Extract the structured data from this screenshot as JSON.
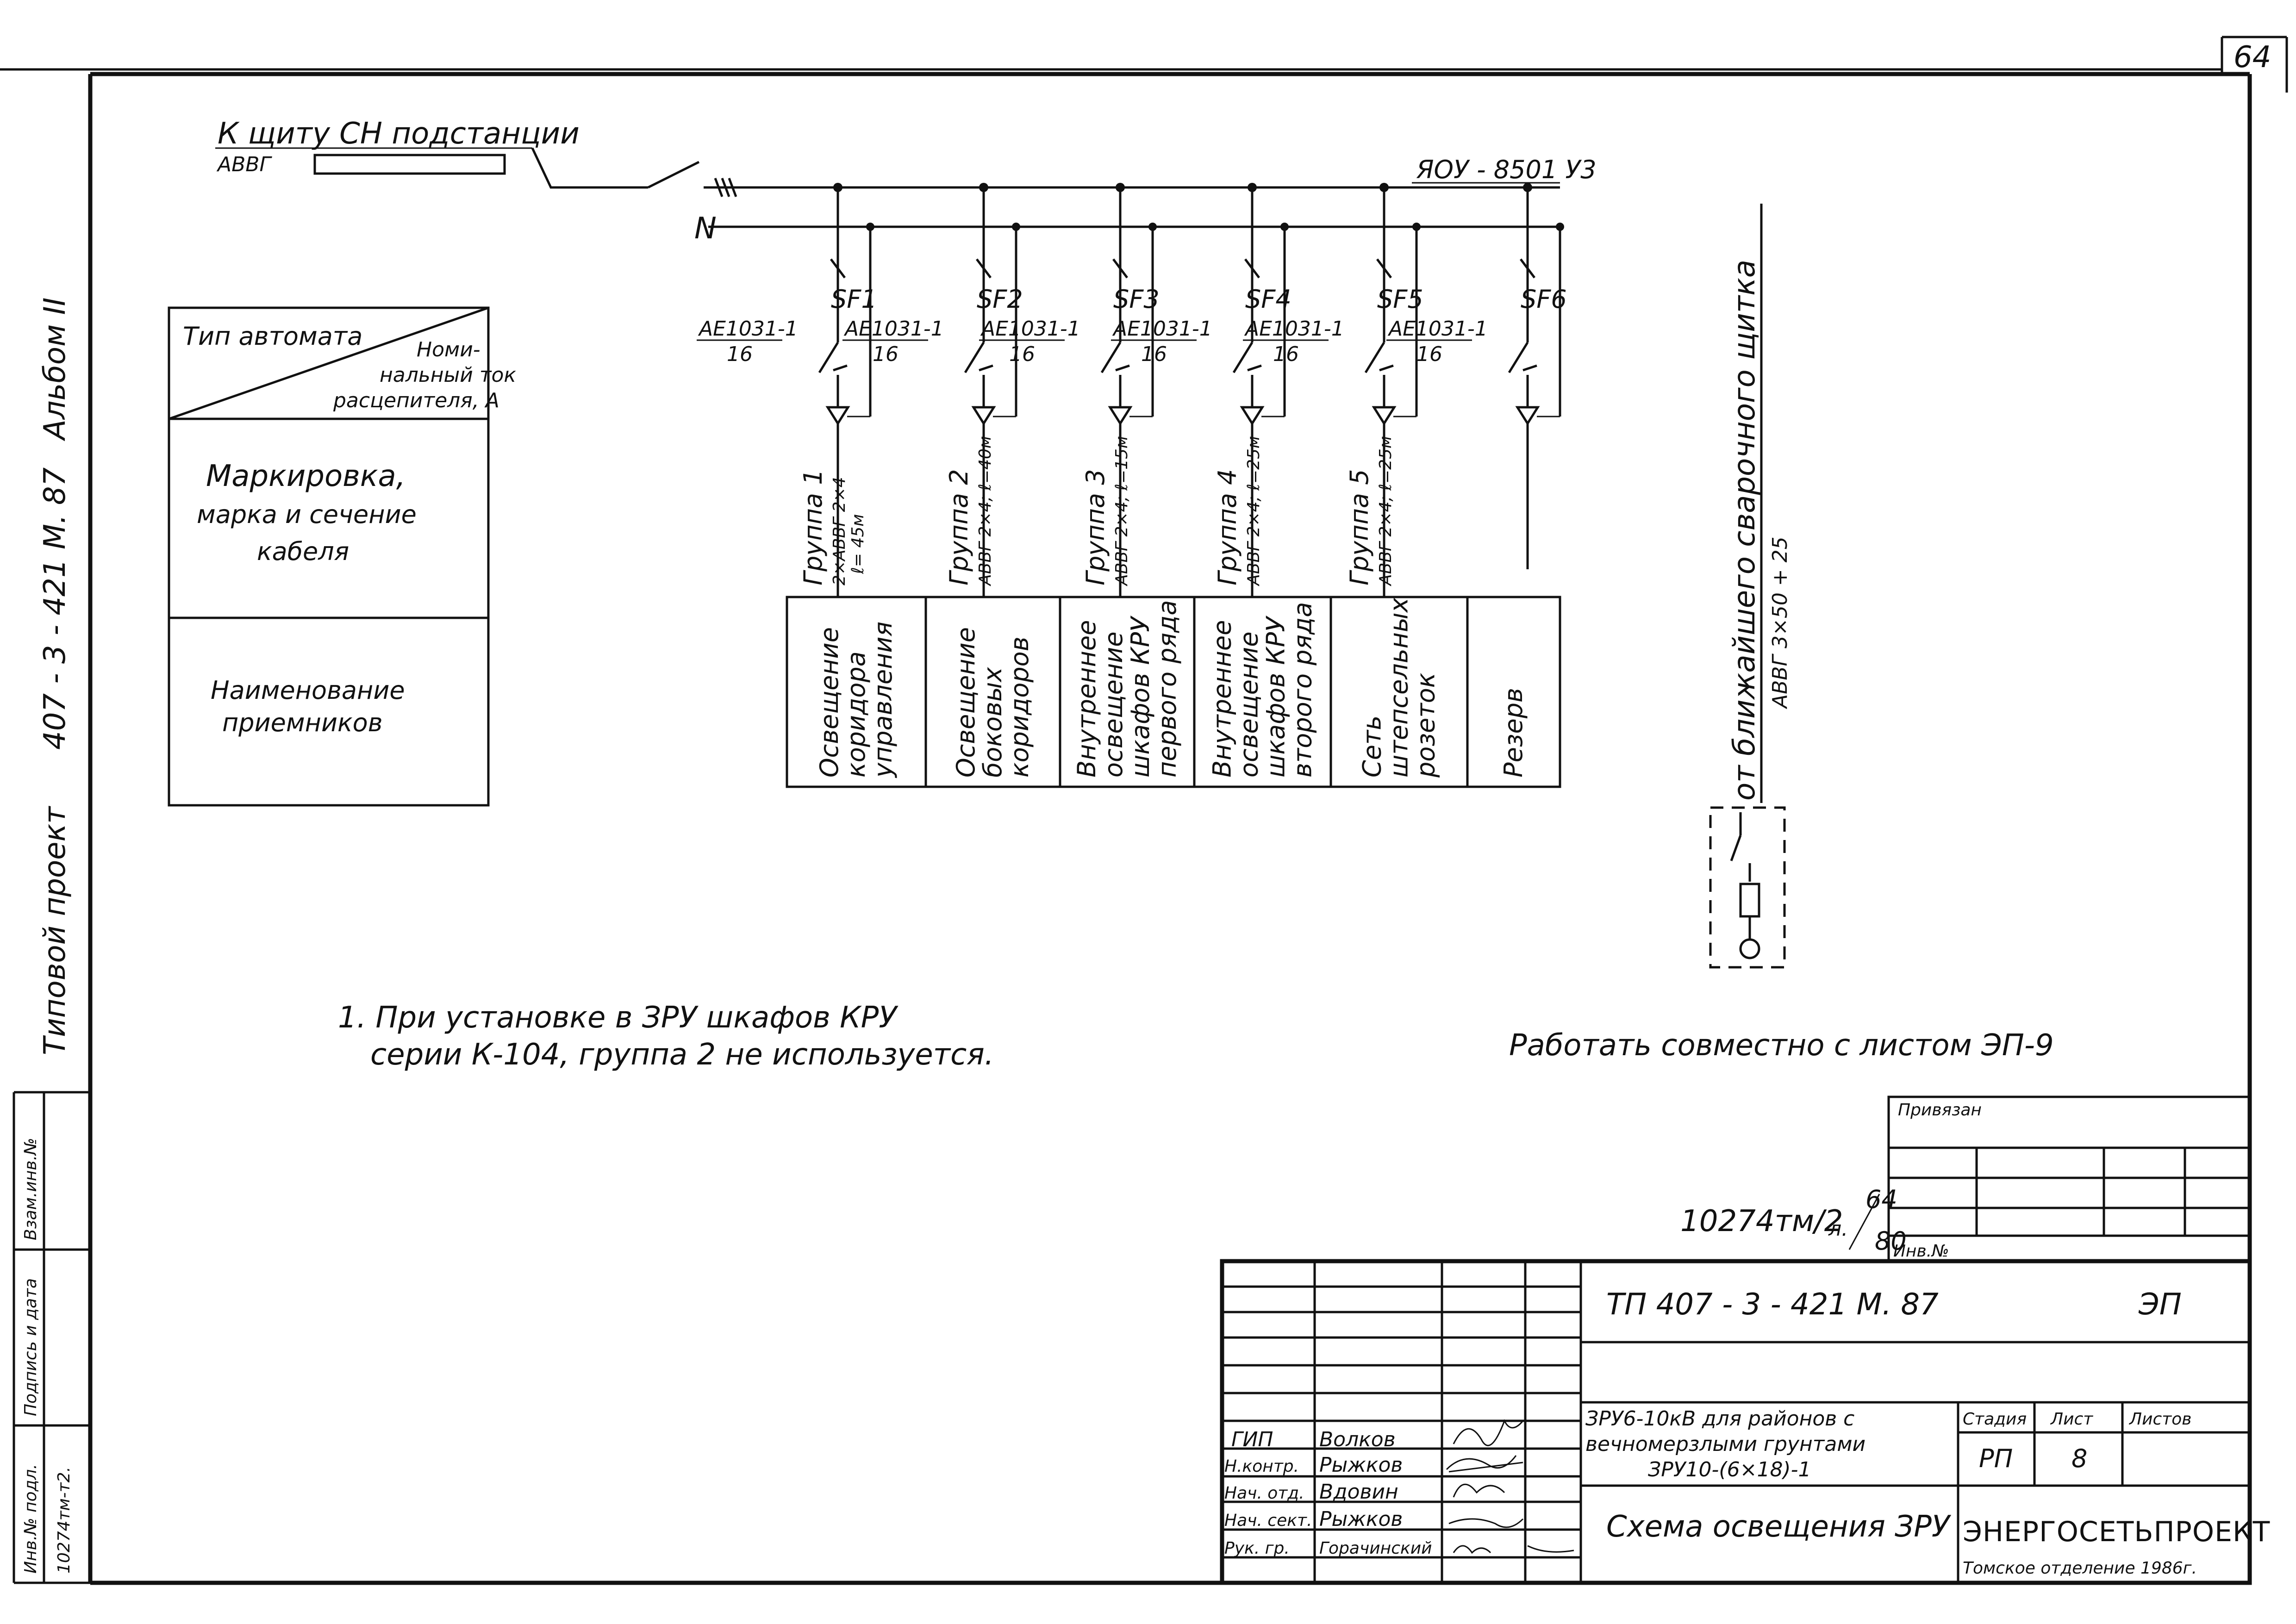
{
  "sheet_number": "64",
  "left_margin": {
    "album": "Альбом II",
    "code": "407 - 3 - 421 М. 87",
    "project": "Типовой   проект",
    "stamp_labels": [
      "Взам.инв.№",
      "Подпись и дата",
      "Инв.№ подл."
    ],
    "stamp_values": [
      "",
      "",
      "10274тм-т2."
    ]
  },
  "feeder": {
    "label": "К щиту СН подстанции",
    "cable": "АВВГ",
    "panel": "ЯОУ - 8501 У3",
    "neutral": "N"
  },
  "legend": {
    "row1_left": "Тип автомата",
    "row1_right_lines": [
      "Номи-",
      "нальный ток",
      "расцепителя, А"
    ],
    "row2_lines": [
      "Маркировка,",
      "марка и сечение",
      "кабеля"
    ],
    "row3_lines": [
      "Наименование",
      "приемников"
    ]
  },
  "circuits": [
    {
      "sf": "SF1",
      "breaker": "АЕ1031-1",
      "current": "16",
      "group": "Группа 1",
      "cable": "2×АВВГ 2×4",
      "length": "ℓ= 45м",
      "receiver": [
        "Освещение",
        "коридора",
        "управления"
      ]
    },
    {
      "sf": "SF2",
      "breaker": "АЕ1031-1",
      "current": "16",
      "group": "Группа 2",
      "cable": "АВВГ 2×4; ℓ=40м",
      "length": "",
      "receiver": [
        "Освещение",
        "боковых",
        "коридоров"
      ]
    },
    {
      "sf": "SF3",
      "breaker": "АЕ1031-1",
      "current": "16",
      "group": "Группа 3",
      "cable": "АВВГ 2×4; ℓ=15м",
      "length": "",
      "receiver": [
        "Внутреннее",
        "освещение",
        "шкафов КРУ",
        "первого ряда"
      ]
    },
    {
      "sf": "SF4",
      "breaker": "АЕ1031-1",
      "current": "16",
      "group": "Группа 4",
      "cable": "АВВГ 2×4; ℓ=25м",
      "length": "",
      "receiver": [
        "Внутреннее",
        "освещение",
        "шкафов КРУ",
        "второго ряда"
      ]
    },
    {
      "sf": "SF5",
      "breaker": "АЕ1031-1",
      "current": "16",
      "group": "Группа 5",
      "cable": "АВВГ 2×4; ℓ=25м",
      "length": "",
      "receiver": [
        "Сеть",
        "штепсельных",
        "розеток"
      ]
    },
    {
      "sf": "SF6",
      "breaker": "АЕ1031-1",
      "current": "16",
      "group": "",
      "cable": "",
      "length": "",
      "receiver": [
        "Резерв"
      ]
    }
  ],
  "welding": {
    "label": "от ближайшего сварочного щитка",
    "cable": "АВВГ 3×50 + 25"
  },
  "notes": {
    "note1_line1": "1. При установке в ЗРУ шкафов КРУ",
    "note1_line2": "серии К-104, группа 2 не используется.",
    "joint": "Работать совместно с листом ЭП-9"
  },
  "archive": {
    "num": "10274тм/2",
    "sheet": "л.",
    "frac_top": "64",
    "frac_bottom": "80"
  },
  "title_block": {
    "privyazan": "Привязан",
    "inv": "Инв.№",
    "code": "ТП    407 - 3 - 421 М. 87",
    "mark": "ЭП",
    "roles": [
      "ГИП",
      "Н.контр.",
      "Нач. отд.",
      "Нач. сект.",
      "Рук. гр."
    ],
    "names": [
      "Волков",
      "Рыжков",
      "Вдовин",
      "Рыжков",
      "Горачинский"
    ],
    "object_lines": [
      "ЗРУ6-10кВ для районов с",
      "вечномерзлыми грунтами",
      "ЗРУ10-(6×18)-1"
    ],
    "drawing_title": "Схема освещения ЗРУ",
    "stage_label": "Стадия",
    "sheet_label": "Лист",
    "sheets_label": "Листов",
    "stage": "РП",
    "sheet": "8",
    "sheets": "",
    "org": "ЭНЕРГОСЕТЬПРОЕКТ",
    "org_sub": "Томское отделение 1986г."
  }
}
